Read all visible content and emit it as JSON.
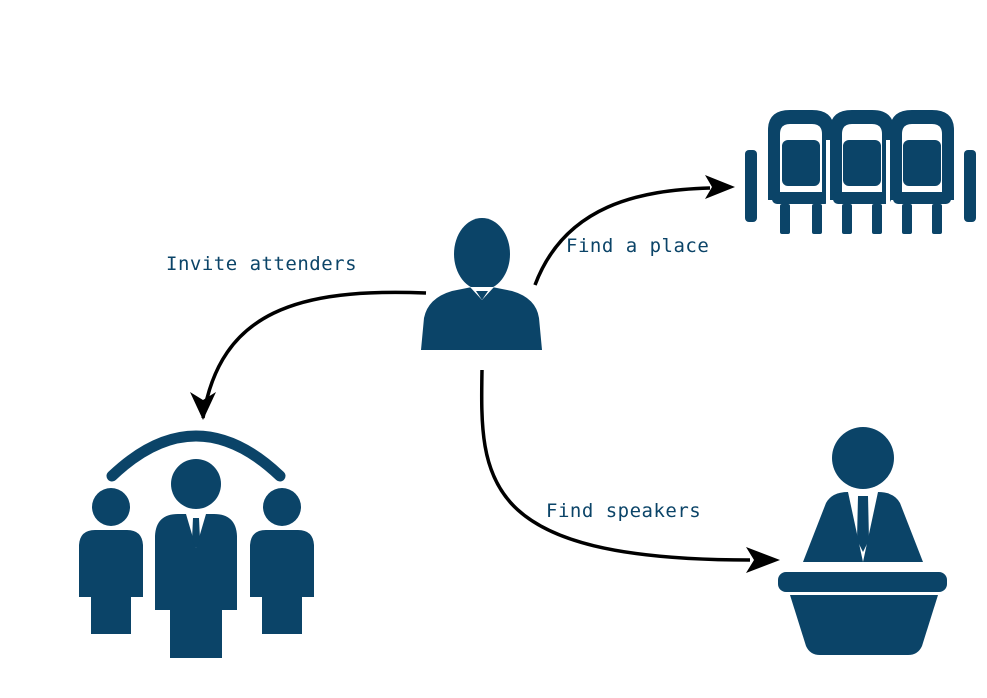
{
  "colors": {
    "icon": "#0b4468",
    "arrow": "#000000",
    "label": "#0b4468"
  },
  "nodes": [
    {
      "id": "organizer",
      "icon": "businessman-icon"
    },
    {
      "id": "venue",
      "icon": "seats-icon"
    },
    {
      "id": "attendees",
      "icon": "group-icon"
    },
    {
      "id": "speaker",
      "icon": "speaker-podium-icon"
    }
  ],
  "edges": {
    "invite_attenders": "Invite attenders",
    "find_place": "Find a place",
    "find_speakers": "Find speakers"
  }
}
